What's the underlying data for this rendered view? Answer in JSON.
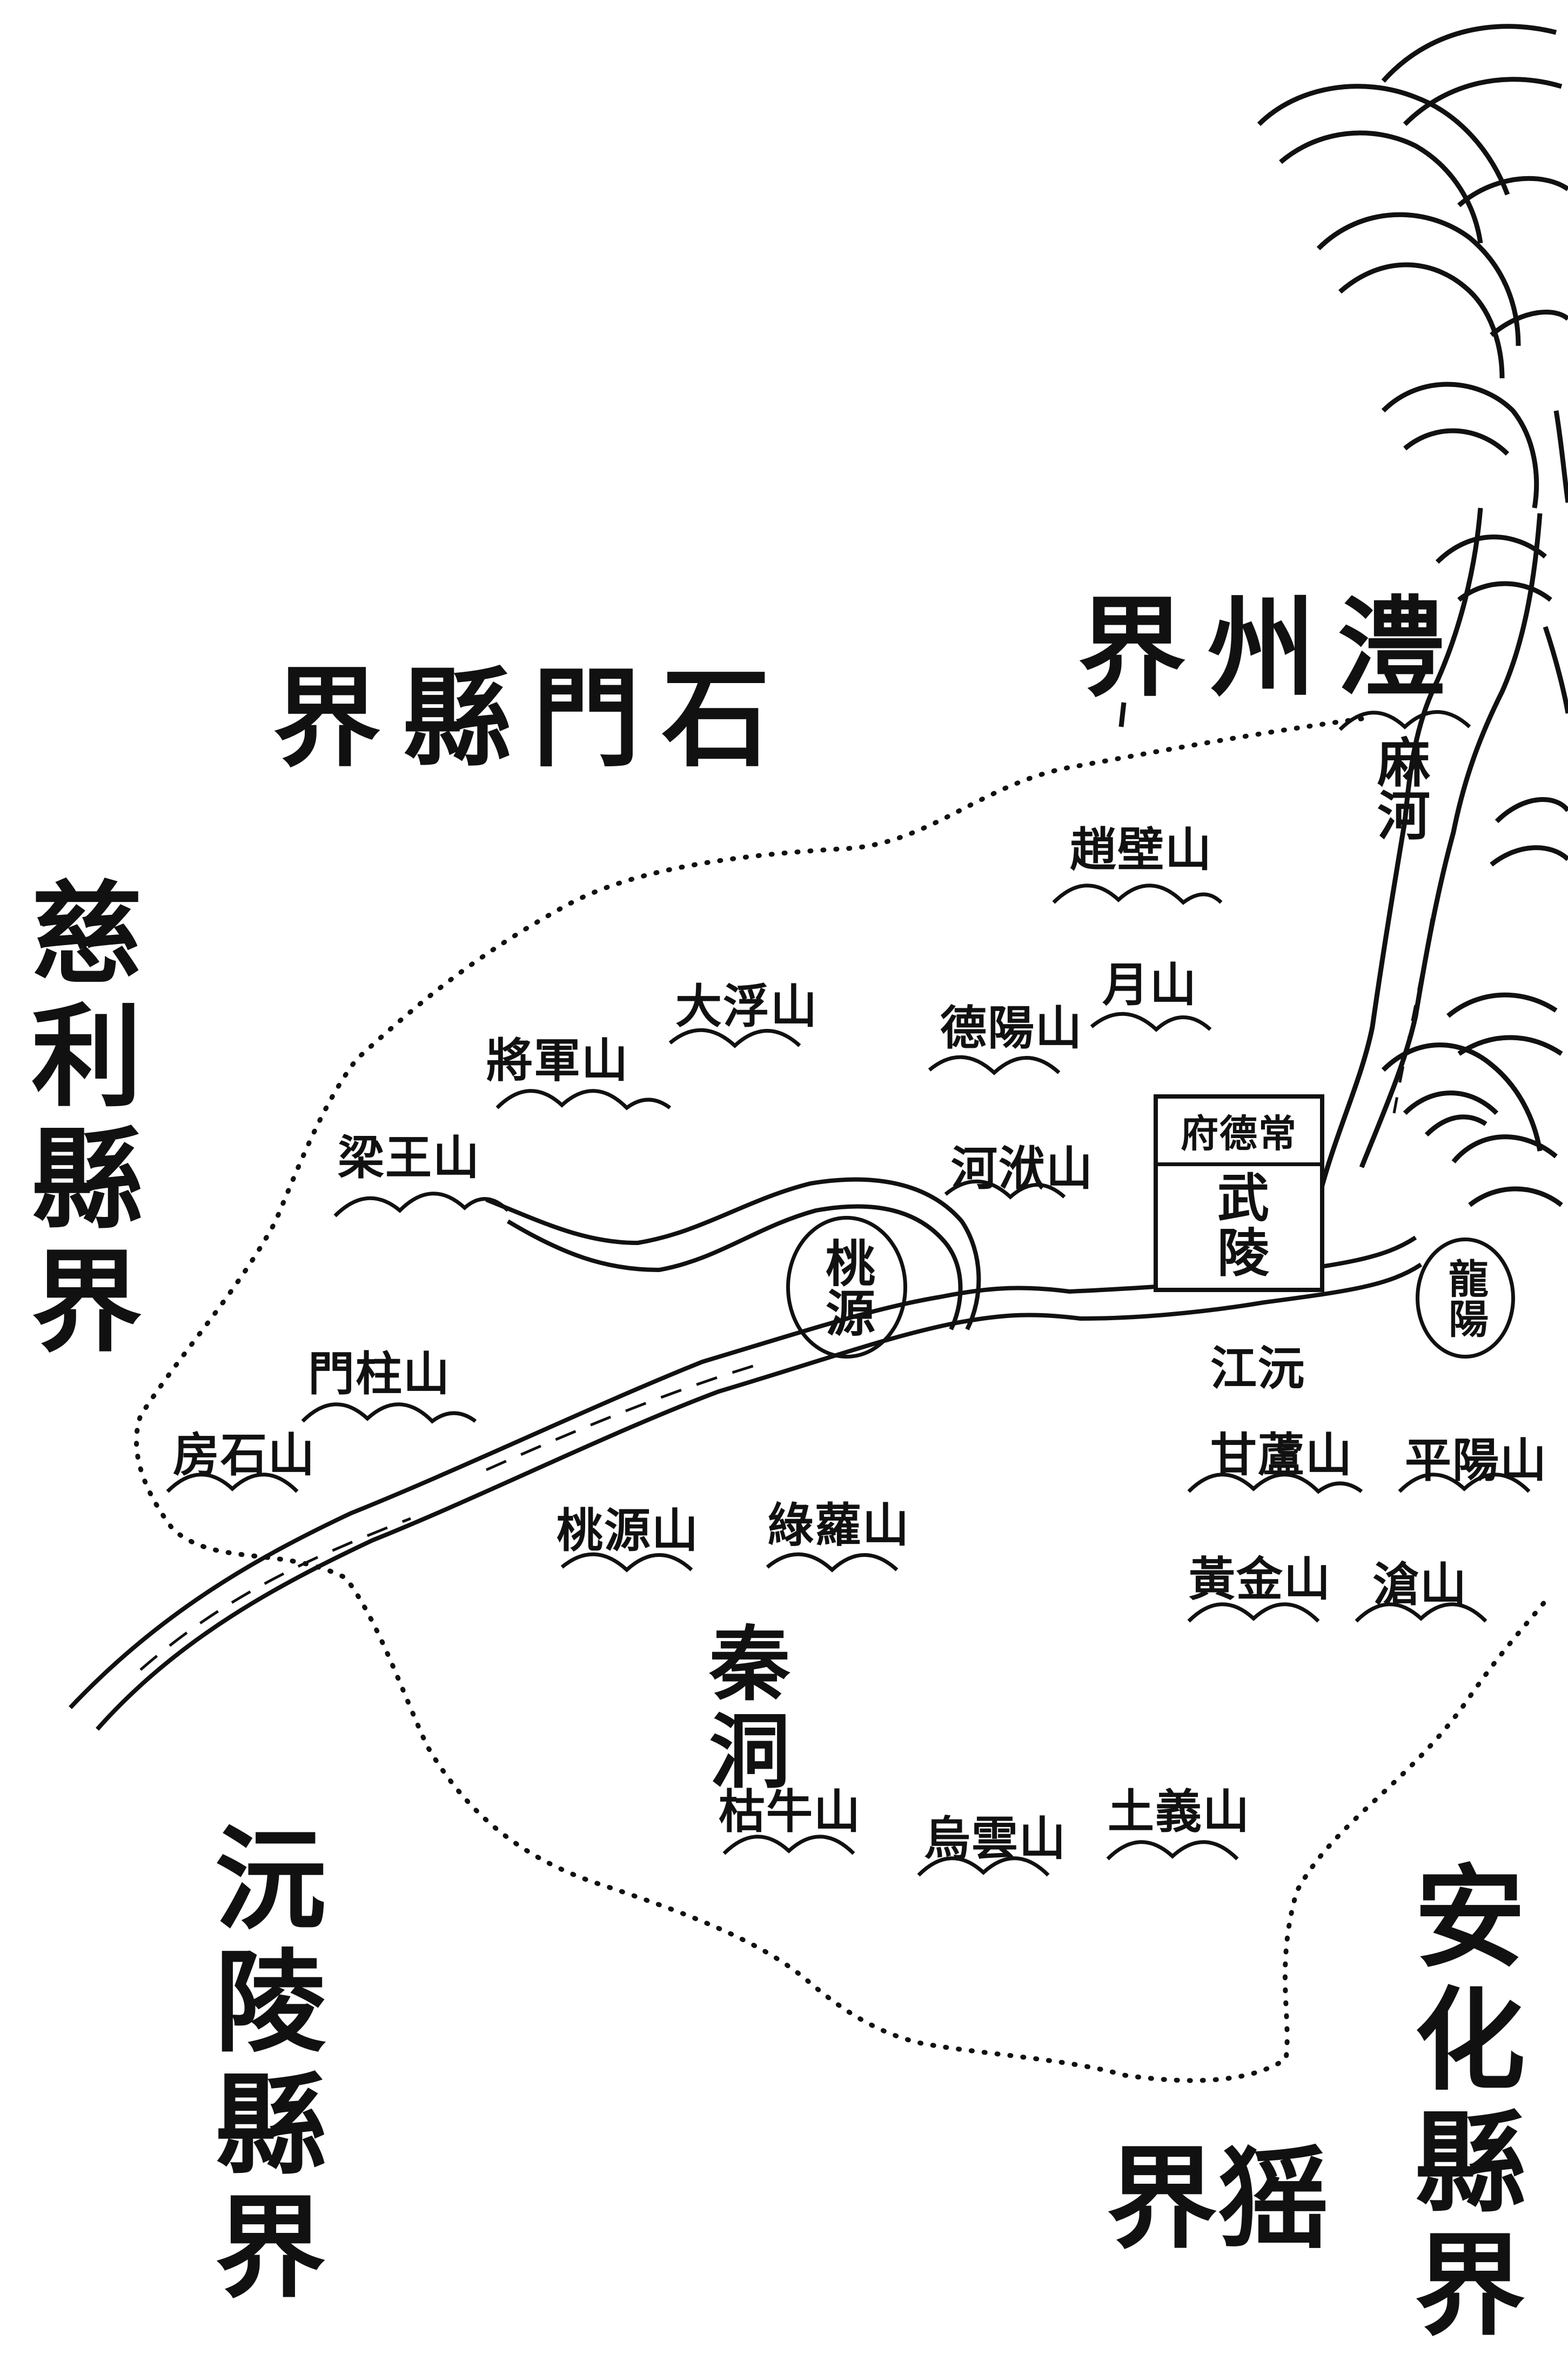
{
  "map": {
    "prefecture_seat": {
      "header": "常德府",
      "name": "武陵"
    },
    "circled_places": [
      {
        "id": "taoyuan",
        "text": "桃源"
      },
      {
        "id": "longyang",
        "text": "龍陽"
      }
    ],
    "boundaries": {
      "shimen": "石門縣界",
      "lizhou": "澧州界",
      "cili": "慈利縣界",
      "yuanling": "沅陵縣界",
      "anhua": "安化縣界",
      "yao": "猺界"
    },
    "places": {
      "qin_cave": "秦洞",
      "yuan_river": "沅江",
      "ma_river": "麻河"
    },
    "mountains": {
      "tuwang": "山王梁",
      "jiangjun": "山軍將",
      "dafu": "山浮大",
      "zhaobi": "山壁趙",
      "dequan": "山陽德",
      "yue": "山月",
      "heqiao": "山洑河",
      "menzhu": "山柱門",
      "fangshi": "山石房",
      "taoyuan": "山源桃",
      "lüluo": "山蘿綠",
      "ganlu": "山蘆甘",
      "pingyang": "山陽平",
      "jinniu": "山金黃",
      "hua": "山滄",
      "kuniu": "山牛枯",
      "wuyun": "山雲烏",
      "tuyi": "山義土"
    }
  }
}
